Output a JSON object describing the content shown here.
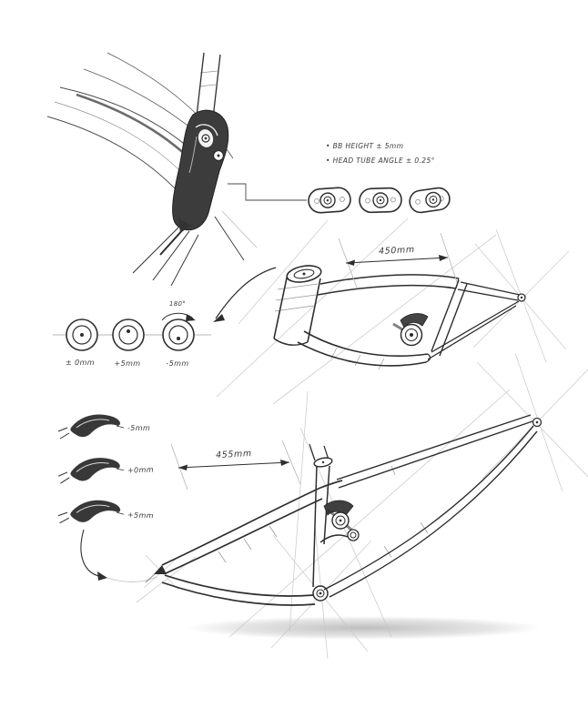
{
  "notes": {
    "bullet1": "• BB HEIGHT ± 5mm",
    "bullet2": "• HEAD TUBE ANGLE ± 0.25°"
  },
  "dimensions": {
    "middle_frame_reach": "450mm",
    "bottom_frame_reach": "455mm"
  },
  "rotation_diagram": {
    "arc_label": "180°",
    "positions": [
      "± 0mm",
      "+5mm",
      "-5mm"
    ]
  },
  "flip_chip_stack": {
    "labels": [
      "-5mm",
      "+0mm",
      "+5mm"
    ]
  },
  "colors": {
    "ink": "#2e2e2e",
    "pencil": "#9b9b9b",
    "construction": "#c8c8c8",
    "shadow": "#cfcfcf"
  }
}
